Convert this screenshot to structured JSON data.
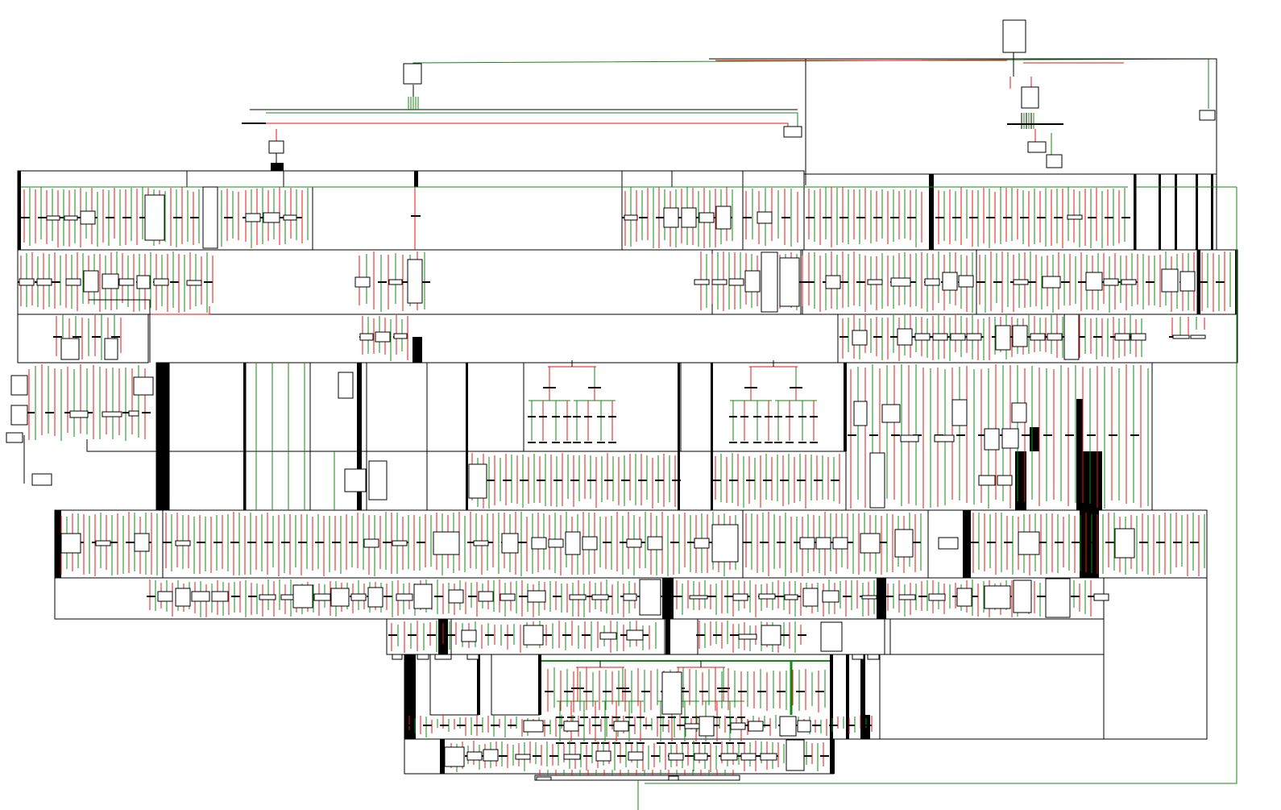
{
  "diagram": {
    "kind": "block-wiring-diagram",
    "text_labels": [],
    "colors": {
      "background": "#ffffff",
      "outline": "#000000",
      "wire_red": "#e8130f",
      "wire_green": "#138a13",
      "bus_fill": "#000000"
    },
    "wire_styles": [
      "outline",
      "red",
      "green"
    ],
    "module_count_top_row": 3,
    "tiers": 9
  }
}
